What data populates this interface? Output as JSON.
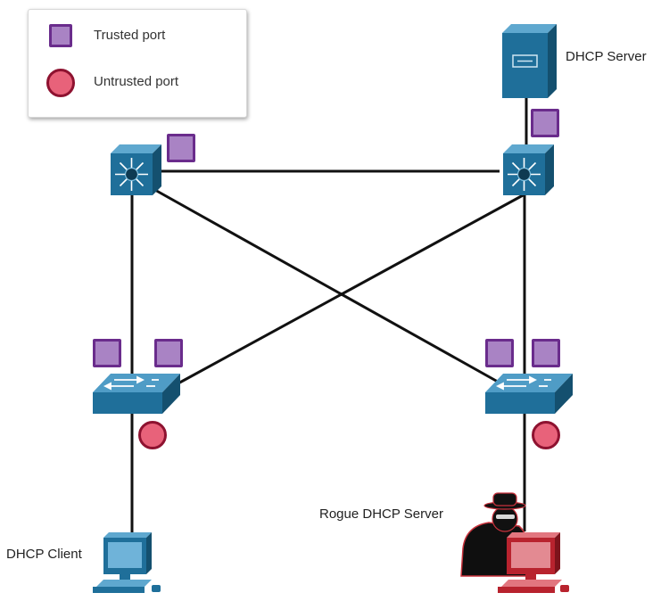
{
  "legend": {
    "trusted_label": "Trusted port",
    "untrusted_label": "Untrusted port"
  },
  "labels": {
    "dhcp_server": "DHCP Server",
    "dhcp_client": "DHCP Client",
    "rogue_server": "Rogue DHCP Server"
  },
  "colors": {
    "device_blue": "#1f6f9a",
    "trusted_fill": "#a983c4",
    "trusted_border": "#6a2c8c",
    "untrusted_fill": "#e8627a",
    "untrusted_border": "#8e1230",
    "rogue_red": "#c8323c",
    "link": "#111111"
  },
  "icons": {
    "server": "server-icon",
    "multilayer_switch": "multilayer-switch-icon",
    "access_switch": "switch-icon",
    "pc": "pc-icon",
    "attacker": "hacker-icon"
  }
}
